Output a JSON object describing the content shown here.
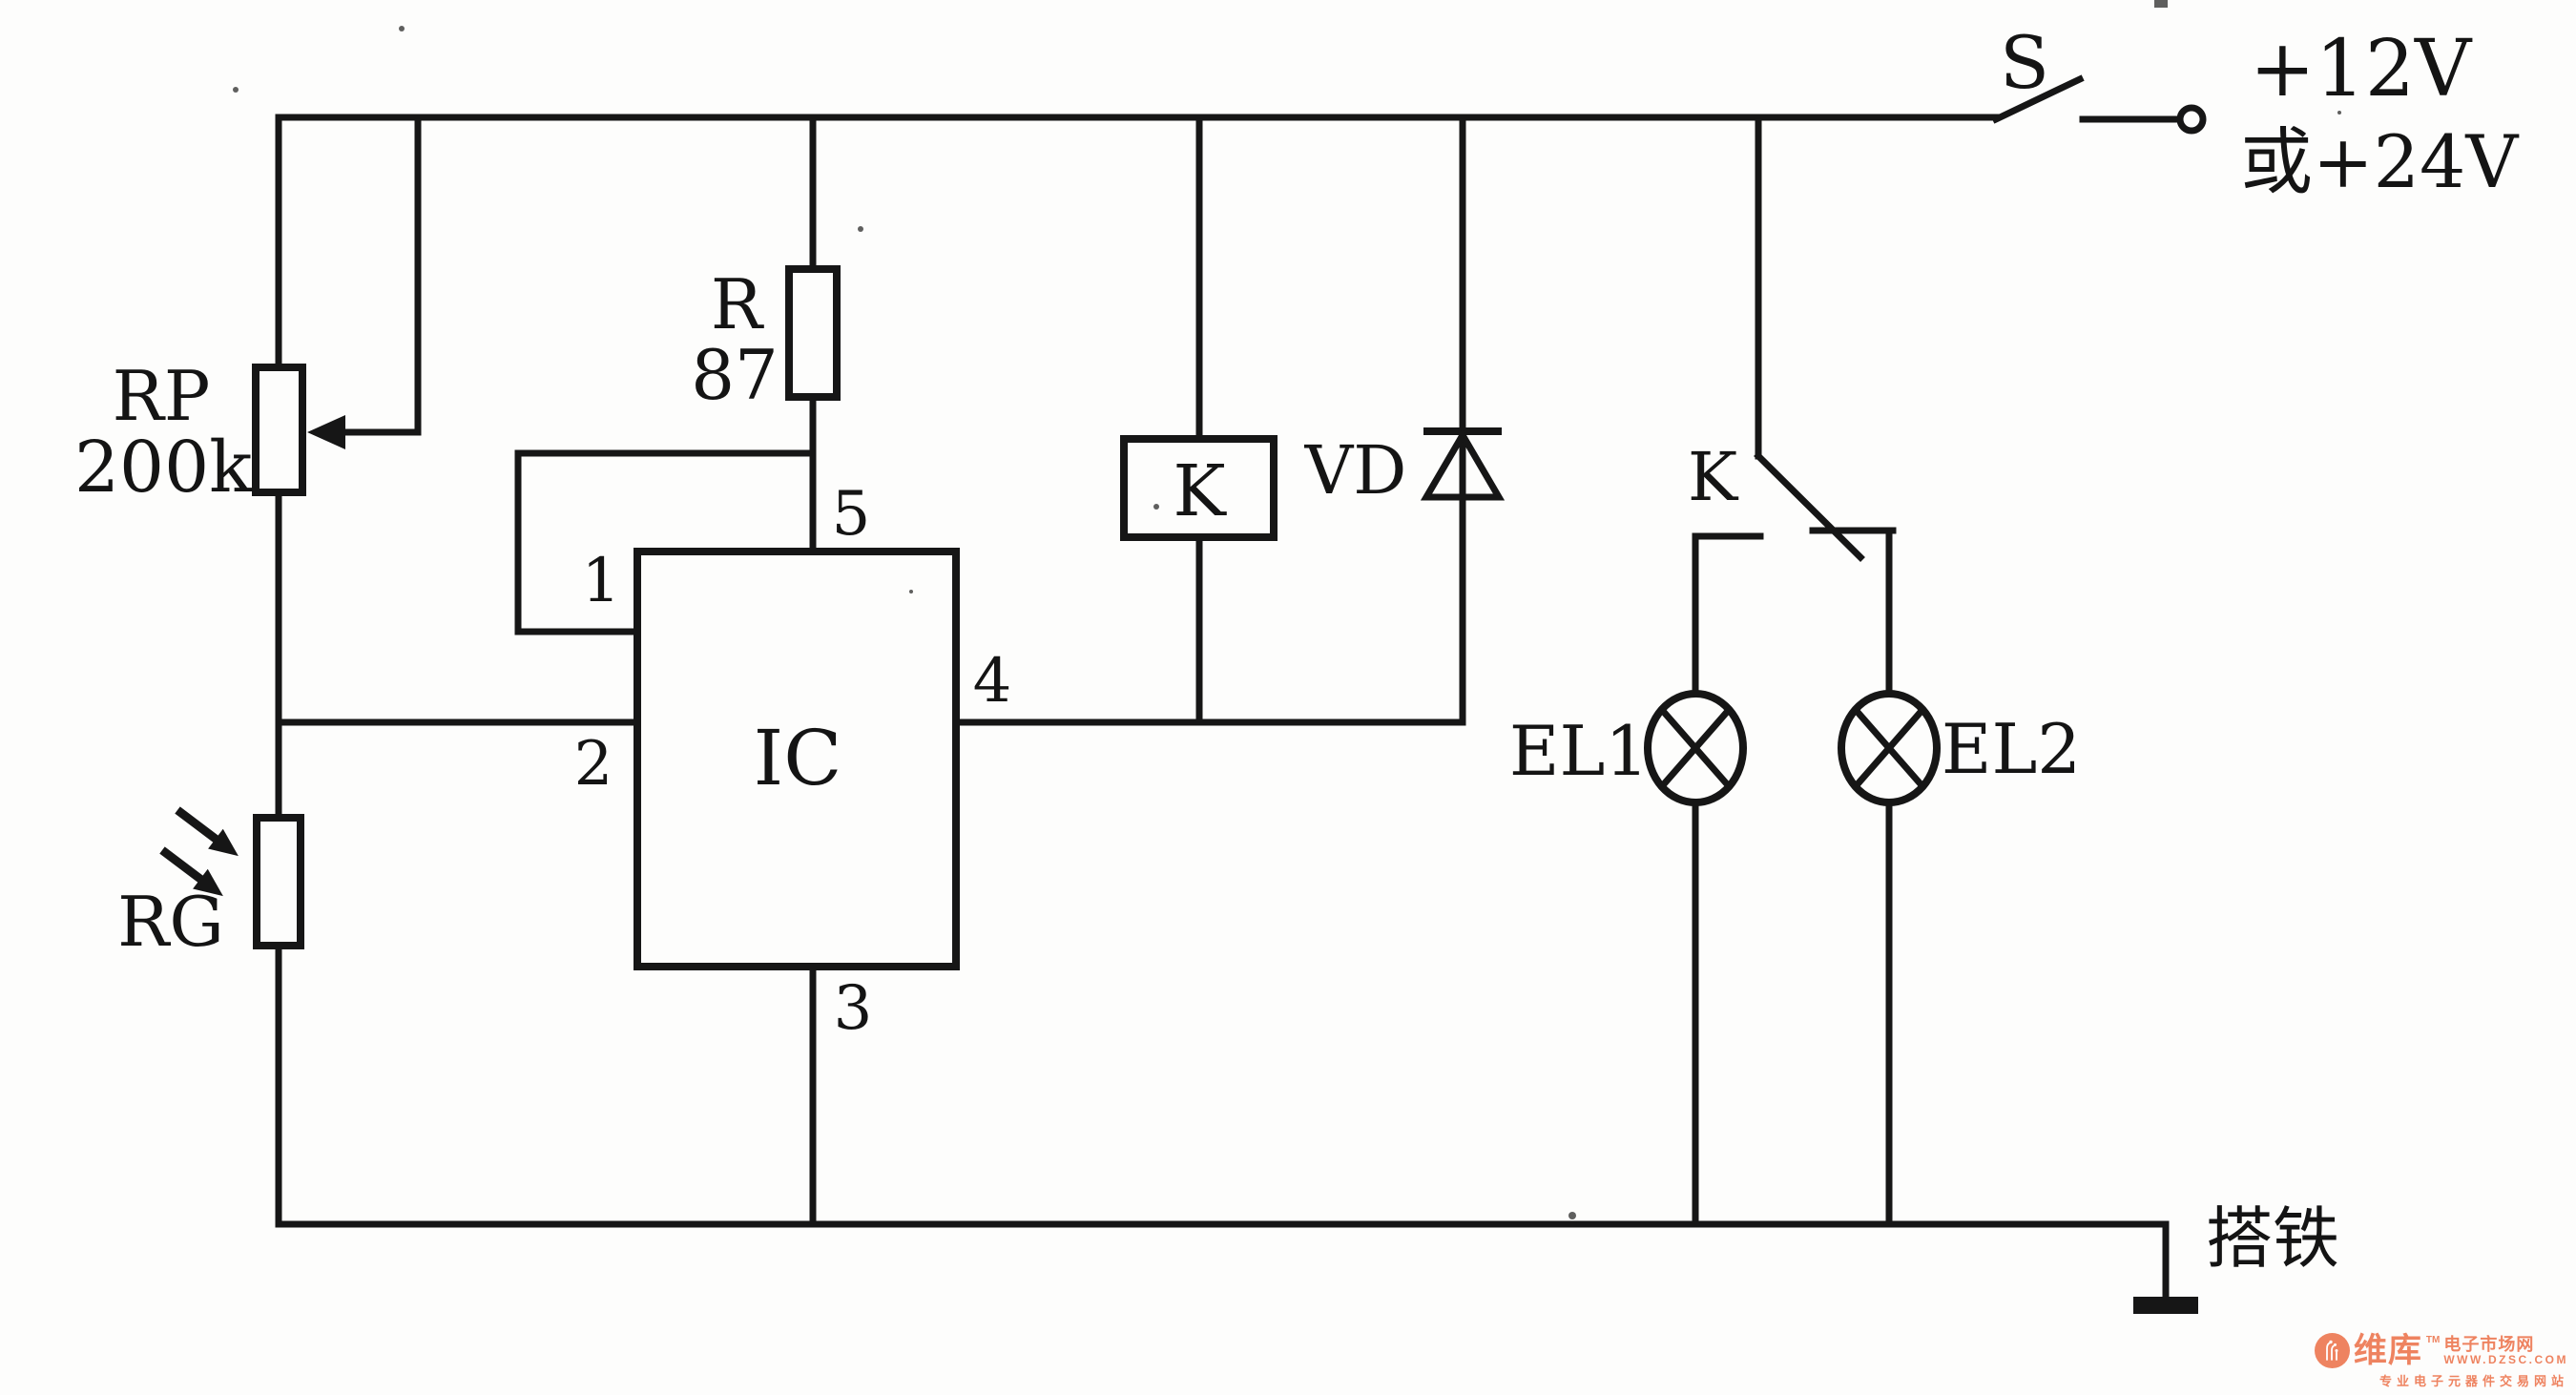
{
  "power": {
    "switch_label": "S",
    "voltage_line1": "+12V",
    "voltage_line2": "或+24V"
  },
  "components": {
    "potentiometer": {
      "ref": "RP",
      "value": "200k"
    },
    "resistor": {
      "ref": "R",
      "value": "87"
    },
    "photoresistor": {
      "ref": "RG"
    },
    "ic": {
      "ref": "IC",
      "pins": {
        "p1": "1",
        "p2": "2",
        "p3": "3",
        "p4": "4",
        "p5": "5"
      }
    },
    "relay_coil": {
      "ref": "K"
    },
    "diode": {
      "ref": "VD"
    },
    "relay_contact": {
      "ref": "K"
    },
    "lamp1": {
      "ref": "EL1"
    },
    "lamp2": {
      "ref": "EL2"
    }
  },
  "ground": {
    "label": "搭铁"
  },
  "watermark": {
    "brand": "维库",
    "tm": "TM",
    "brand_suffix": "电子市场网",
    "url": "WWW.DZSC.COM",
    "tagline": "专业电子元器件交易网站",
    "color": "#ee8360"
  }
}
